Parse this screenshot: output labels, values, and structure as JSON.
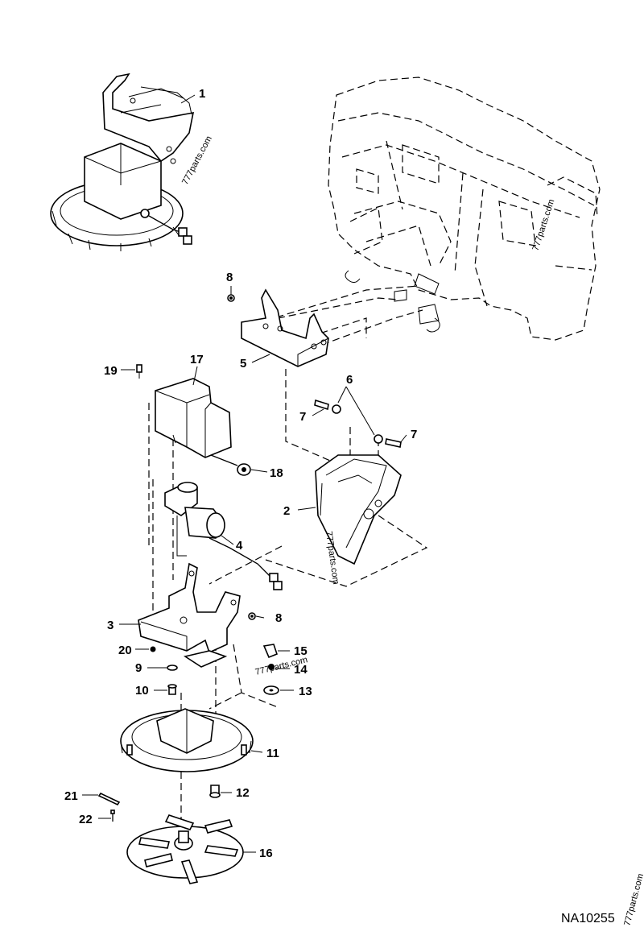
{
  "figure_id": "NA10255",
  "watermark": "777parts.com",
  "callouts": [
    {
      "label": "1"
    },
    {
      "label": "2"
    },
    {
      "label": "3"
    },
    {
      "label": "4"
    },
    {
      "label": "5"
    },
    {
      "label": "6"
    },
    {
      "label": "7"
    },
    {
      "label": "7"
    },
    {
      "label": "8"
    },
    {
      "label": "8"
    },
    {
      "label": "9"
    },
    {
      "label": "10"
    },
    {
      "label": "11"
    },
    {
      "label": "12"
    },
    {
      "label": "13"
    },
    {
      "label": "14"
    },
    {
      "label": "15"
    },
    {
      "label": "16"
    },
    {
      "label": "17"
    },
    {
      "label": "18"
    },
    {
      "label": "19"
    },
    {
      "label": "20"
    },
    {
      "label": "21"
    },
    {
      "label": "22"
    }
  ]
}
